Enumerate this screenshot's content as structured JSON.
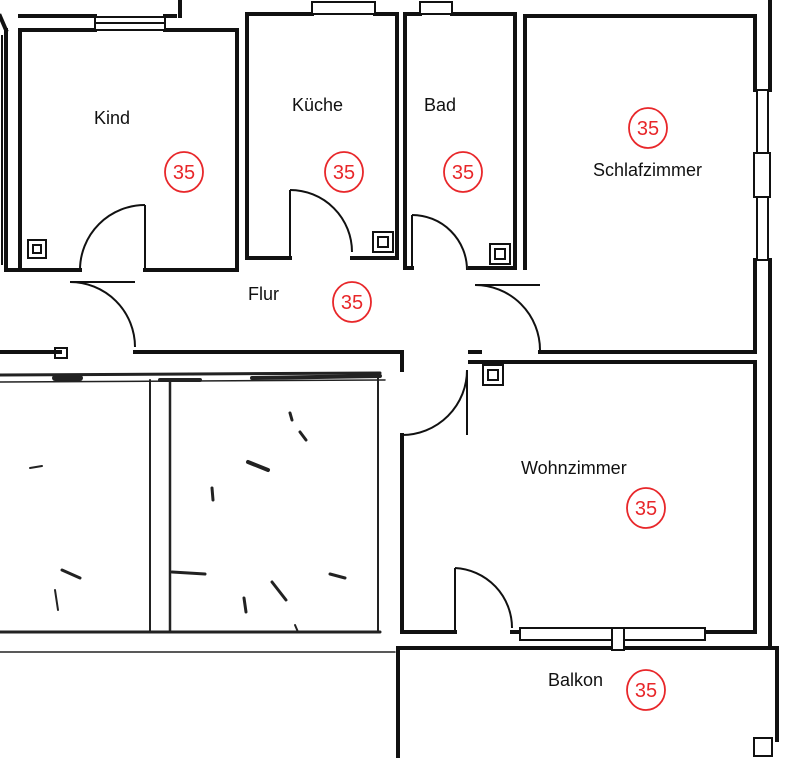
{
  "rooms": {
    "kind": {
      "label": "Kind",
      "badge": "35"
    },
    "kueche": {
      "label": "Küche",
      "badge": "35"
    },
    "bad": {
      "label": "Bad",
      "badge": "35"
    },
    "schlafzimmer": {
      "label": "Schlafzimmer",
      "badge": "35"
    },
    "flur": {
      "label": "Flur",
      "badge": "35"
    },
    "wohnzimmer": {
      "label": "Wohnzimmer",
      "badge": "35"
    },
    "balkon": {
      "label": "Balkon",
      "badge": "35"
    }
  },
  "colors": {
    "wall": "#111111",
    "badge": "#e8272a",
    "background": "#ffffff"
  }
}
